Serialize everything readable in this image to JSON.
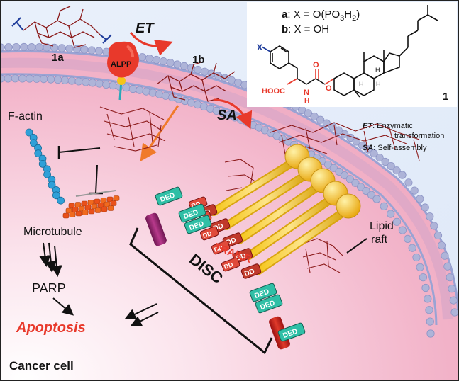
{
  "labels": {
    "compound_1a": "1a",
    "compound_1b": "1b",
    "enzyme": "ALPP",
    "et": "ET",
    "sa": "SA",
    "legend_a_key": "a",
    "legend_a_text": ": X =  O(PO",
    "legend_a_sub3": "3",
    "legend_a_h": "H",
    "legend_a_sub2": "2",
    "legend_a_close": ")",
    "legend_b_key": "b",
    "legend_b_text": ": X = OH",
    "compound_1": "1",
    "x_label": "X",
    "acid_label": "HOOC",
    "nh_label": "N",
    "nh_h": "H",
    "o_label": "O",
    "o2_label": "O",
    "h_labels": [
      "H",
      "H",
      "H"
    ],
    "et_key": "ET",
    "et_desc_1": ":   Enzymatic",
    "et_desc_2": "transformation",
    "sa_key": "SA",
    "sa_desc": ":  Self-assembly",
    "f_actin": "F-actin",
    "microtubule": "Microtubule",
    "parp": "PARP",
    "apoptosis": "Apoptosis",
    "cancer_cell": "Cancer cell",
    "disc": "DISC",
    "trailr": "TRAILR",
    "lipid_raft_1": "Lipid",
    "lipid_raft_2": "raft",
    "ded": "DED",
    "dd": "DD"
  },
  "colors": {
    "cell_fill": "#f7c6d6",
    "membrane_head": "#aeb4d8",
    "enzyme": "#e8392b",
    "arrow_red": "#e8392b",
    "arrow_orange": "#f07a2a",
    "apoptosis": "#e8392b",
    "trailr": "#e8392b",
    "ded_fill": "#2fbfa6",
    "dd_fill": "#c0392b",
    "ball": "#f5c518",
    "molecule": "#8b1a1a",
    "microtubule": "#f06a1e",
    "actin": "#2fa0d8"
  }
}
